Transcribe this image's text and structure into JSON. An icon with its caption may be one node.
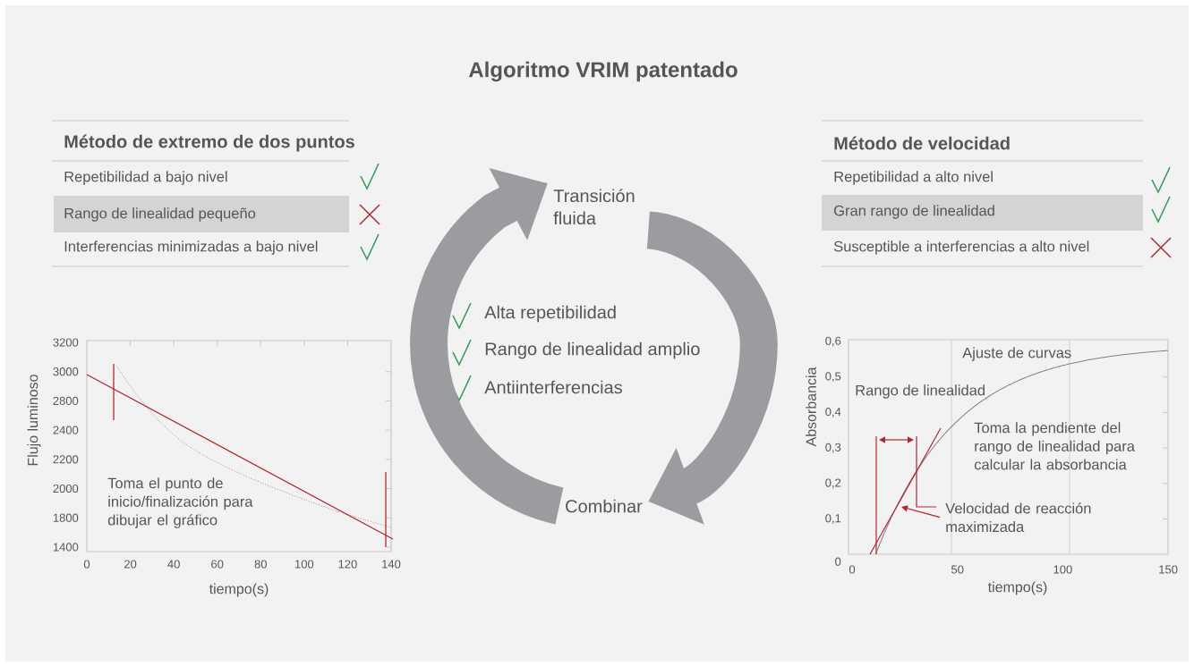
{
  "diagram": {
    "title": "Algoritmo VRIM patentado",
    "nodes": [
      {
        "text": [
          "Transición fluida"
        ]
      },
      {
        "text": [
          "Combinar"
        ]
      },
      {
        "text": [
          "Velocidad de reacción maximizada"
        ]
      }
    ],
    "edges": [
      {
        "from": 1,
        "to": 0,
        "arrow": "to"
      },
      {
        "from": 0,
        "to": 1,
        "arrow": "to"
      },
      {
        "from": 2,
        "to": null,
        "arrow": "to",
        "color": "#b0282e"
      }
    ],
    "labels": [
      "Método de extremo de dos puntos",
      "Repetibilidad a bajo nivel",
      "Rango de linealidad pequeño",
      "Interferencias minimizadas a bajo nivel",
      "Método de velocidad",
      "Repetibilidad a alto nivel",
      "Gran rango de linealidad",
      "Susceptible a interferencias a alto nivel",
      "Alta repetibilidad",
      "Rango de linealidad amplio",
      "Antiinterferencias",
      "3200",
      "3000",
      "2800",
      "2400",
      "2200",
      "2000",
      "1800",
      "1400",
      "0",
      "20",
      "40",
      "60",
      "80",
      "100",
      "120",
      "140",
      "Flujo luminoso",
      "tiempo(s)",
      "Toma el punto de inicio/finalización para dibujar el gráfico",
      "0,6",
      "0,5",
      "0,4",
      "0,3",
      "0,2",
      "0,1",
      "0",
      "0",
      "50",
      "100",
      "150",
      "Absorbancia",
      "tiempo(s)",
      "Ajuste de curvas",
      "Rango de linealidad",
      "Toma la pendiente del rango de linealidad para calcular la absorbancia"
    ]
  }
}
